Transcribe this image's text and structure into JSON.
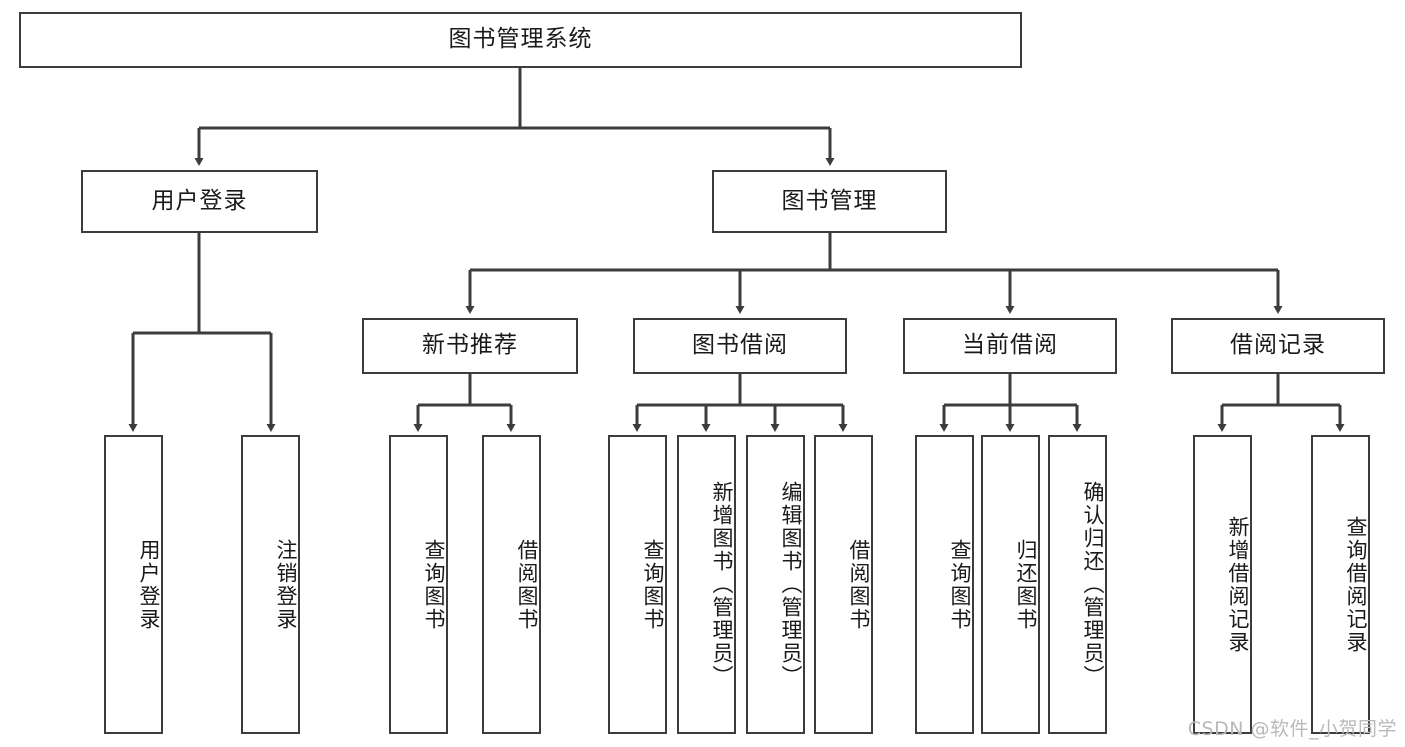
{
  "diagram": {
    "title": "图书管理系统",
    "type": "tree-hierarchy",
    "watermark": "CSDN @软件_小贺同学",
    "colors": {
      "border": "#3c3c3c",
      "background": "#ffffff",
      "text": "#1a1a1a",
      "watermark": "#b9b9b9"
    },
    "root": {
      "label": "图书管理系统"
    },
    "level2": [
      {
        "label": "用户登录"
      },
      {
        "label": "图书管理"
      }
    ],
    "level3": [
      {
        "label": "新书推荐"
      },
      {
        "label": "图书借阅"
      },
      {
        "label": "当前借阅"
      },
      {
        "label": "借阅记录"
      }
    ],
    "leaves": {
      "user_login": [
        {
          "label": "用户登录"
        },
        {
          "label": "注销登录"
        }
      ],
      "new_book_recommend": [
        {
          "label": "查询图书"
        },
        {
          "label": "借阅图书"
        }
      ],
      "book_borrow": [
        {
          "label": "查询图书"
        },
        {
          "label": "新增图书（管理员）"
        },
        {
          "label": "编辑图书（管理员）"
        },
        {
          "label": "借阅图书"
        }
      ],
      "current_borrow": [
        {
          "label": "查询图书"
        },
        {
          "label": "归还图书"
        },
        {
          "label": "确认归还（管理员）"
        }
      ],
      "borrow_record": [
        {
          "label": "新增借阅记录"
        },
        {
          "label": "查询借阅记录"
        }
      ]
    }
  }
}
